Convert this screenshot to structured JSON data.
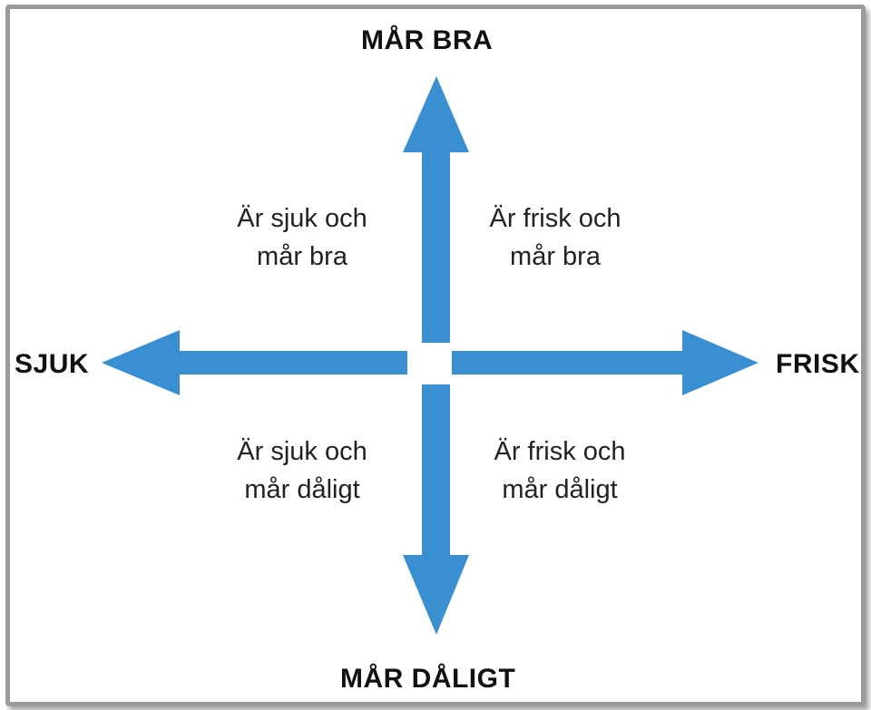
{
  "poles": {
    "top": "MÅR BRA",
    "bottom": "MÅR DÅLIGT",
    "left": "SJUK",
    "right": "FRISK"
  },
  "quadrants": {
    "top_left": [
      "Är sjuk och",
      "mår bra"
    ],
    "top_right": [
      "Är frisk och",
      "mår bra"
    ],
    "bottom_left": [
      "Är sjuk och",
      "mår dåligt"
    ],
    "bottom_right": [
      "Är frisk och",
      "mår dåligt"
    ]
  },
  "colors": {
    "arrow": "#3a8fd1",
    "frame": "#9a9a9a"
  }
}
